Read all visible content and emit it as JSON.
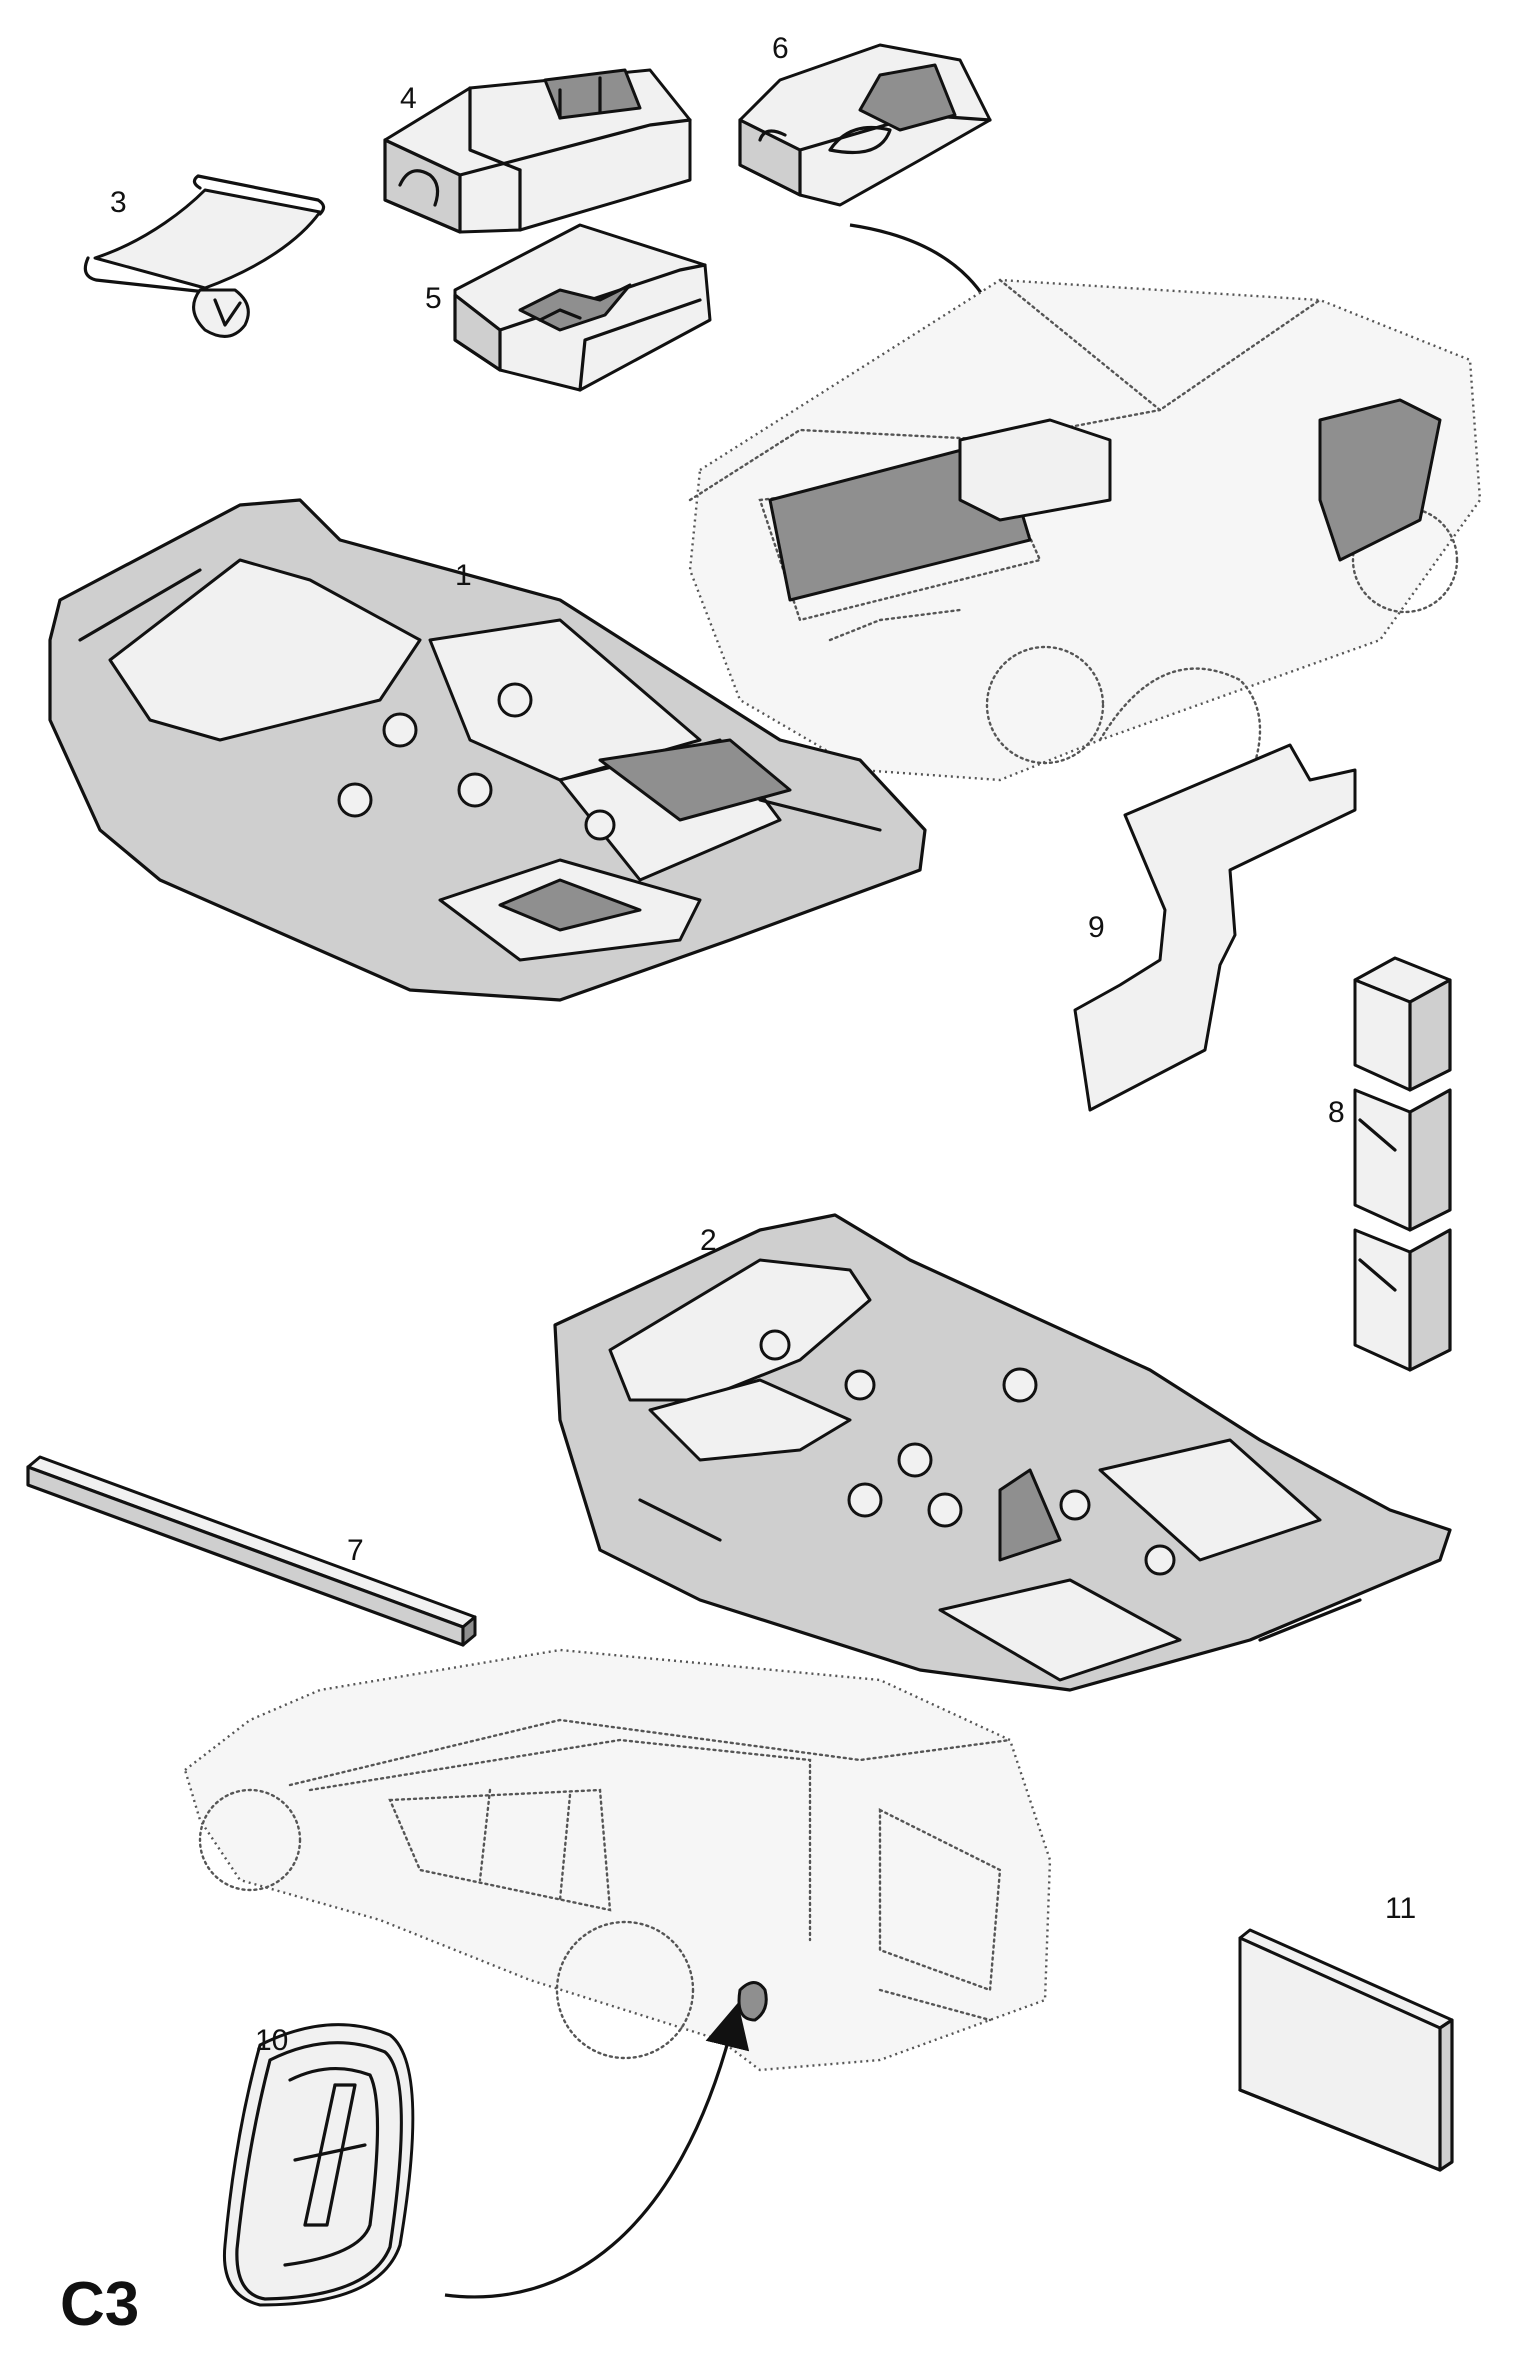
{
  "diagram": {
    "corner_label": "C3",
    "callouts": {
      "p1": "1",
      "p2": "2",
      "p3": "3",
      "p4": "4",
      "p5": "5",
      "p6": "6",
      "p7": "7",
      "p8": "8",
      "p9": "9",
      "p10": "10",
      "p11": "11"
    }
  }
}
